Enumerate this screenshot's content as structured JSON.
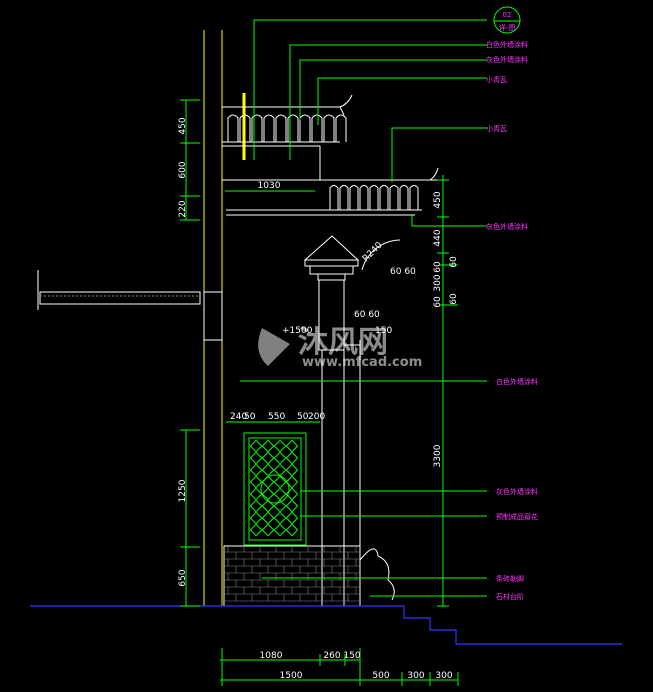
{
  "badge": {
    "top": "02",
    "bottom": "详-图"
  },
  "watermark": {
    "cn": "沐风网",
    "url": "www.mfcad.com"
  },
  "left_dims": {
    "d1": "450",
    "d2": "600",
    "d3": "220",
    "d4": "1250",
    "d5": "650"
  },
  "right_dims": {
    "d1": "450",
    "d2": "440",
    "d3": "3300"
  },
  "pier_dims": {
    "radius": "R240",
    "cap": "60 60",
    "p60a": "60",
    "p300": "300",
    "p60b": "60",
    "p60c": "60",
    "small1": "60 60",
    "small2": "150",
    "level": "+1500"
  },
  "roof_dim": "1030",
  "window_dims": {
    "a": "240",
    "b": "50",
    "c": "550",
    "d": "50",
    "e": "200"
  },
  "bottom_dims_row1": {
    "a": "1080",
    "b": "260",
    "c": "150"
  },
  "bottom_dims_row2": {
    "a": "1500",
    "b": "500",
    "c": "300",
    "d": "300"
  },
  "labels": {
    "l1": "白色外墙涂料",
    "l2": "灰色外墙涂料",
    "l3": "小青瓦",
    "l4": "小青瓦",
    "l5": "灰色外墙涂料",
    "l6": "白色外墙涂料",
    "l7": "灰色外墙涂料",
    "l8": "预制成品窗花",
    "l9": "条砖勒脚",
    "l10": "石材台阶"
  },
  "colors": {
    "line": "#00ff00",
    "text": "#ff33ff",
    "dim": "#ffffff",
    "ground": "#3333ff",
    "wall": "#ffff00"
  }
}
